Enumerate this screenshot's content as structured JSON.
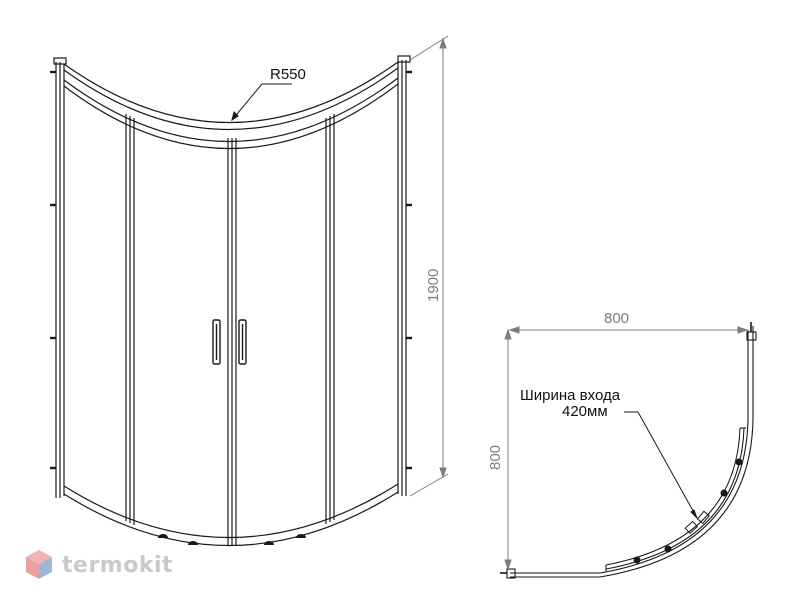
{
  "labels": {
    "radius": "R550",
    "height": "1900",
    "plan_width": "800",
    "plan_depth": "800",
    "entry_line1": "Ширина входа",
    "entry_line2": "420мм"
  },
  "logo": {
    "text": "termokit",
    "icon": "cube-logo-icon"
  },
  "colors": {
    "line": "#1a1a1a",
    "dimension": "#7d7d7d",
    "logo_red": "#e8a0a0",
    "logo_blue": "#9fb8d8",
    "logo_text": "#c9c9c9"
  }
}
